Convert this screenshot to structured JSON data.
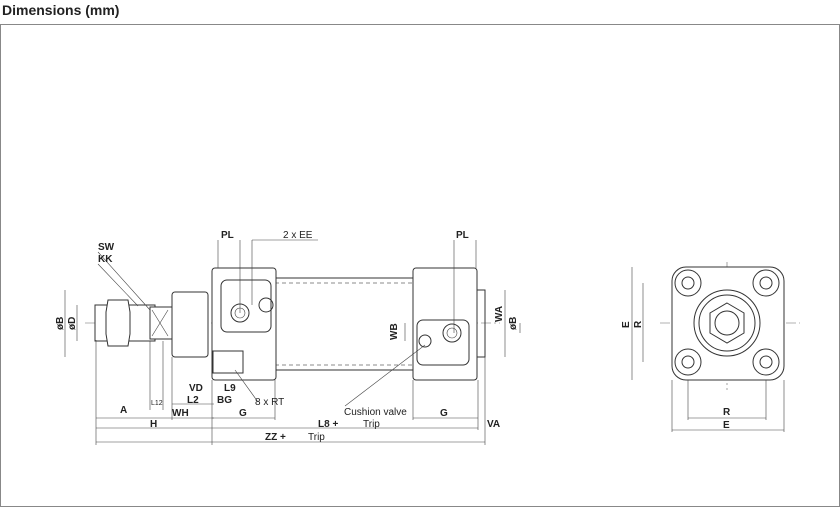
{
  "title": "Dimensions (mm)",
  "labels": {
    "sw": "SW",
    "kk": "KK",
    "ob_left": "øB",
    "od": "øD",
    "pl_front": "PL",
    "ee": "2 x EE",
    "pl_rear": "PL",
    "wa": "WA",
    "ob_right": "øB",
    "wb": "WB",
    "vd": "VD",
    "l9": "L9",
    "l2": "L2",
    "bg": "BG",
    "rt": "8 x RT",
    "l12": "L12",
    "a": "A",
    "wh": "WH",
    "g_front": "G",
    "cushion": "Cushion valve",
    "g_rear": "G",
    "h": "H",
    "l8": "L8 +",
    "l8_trip": "Trip",
    "va": "VA",
    "zz": "ZZ +",
    "zz_trip": "Trip",
    "e_vert": "E",
    "r_vert": "R",
    "r_horiz": "R",
    "e_horiz": "E"
  }
}
